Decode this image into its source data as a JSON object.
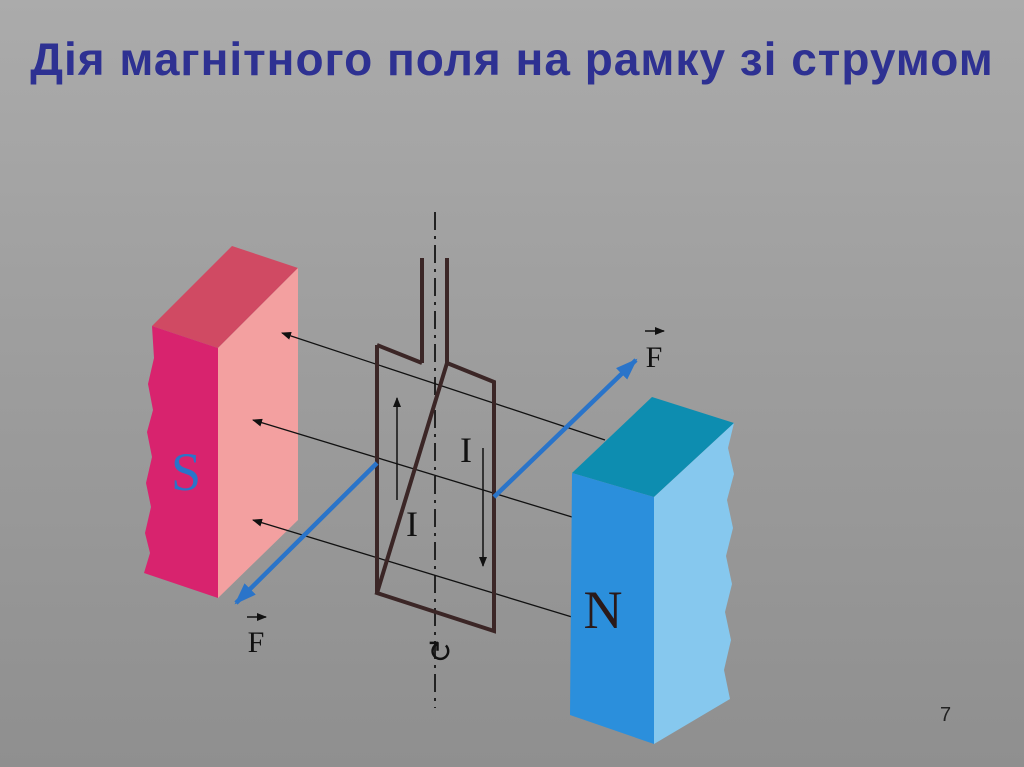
{
  "slide": {
    "title": "Дія магнітного поля на рамку зі струмом",
    "page_number": "7"
  },
  "diagram": {
    "magnet_south": {
      "label": "S",
      "color_front": "#d8236e",
      "color_top": "#d04a63",
      "color_side": "#f3a0a0"
    },
    "magnet_north": {
      "label": "N",
      "color_front": "#2b8fdc",
      "color_top": "#0d8db0",
      "color_side": "#86c8ee"
    },
    "force_label_top": "F",
    "force_label_bottom": "F",
    "current_label_left": "I",
    "current_label_right": "I",
    "rotation_symbol": "↻",
    "force_color": "#2a74c9",
    "frame_color": "#3b2626"
  }
}
